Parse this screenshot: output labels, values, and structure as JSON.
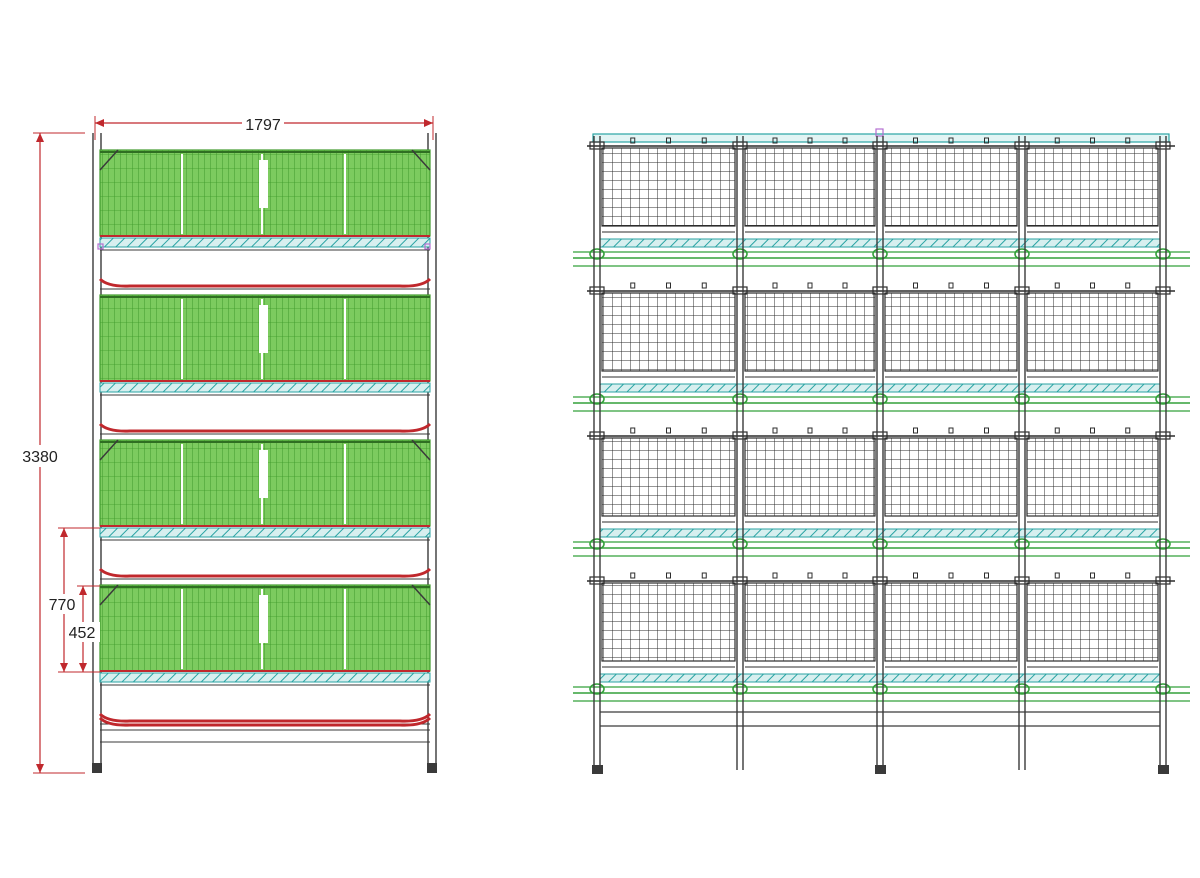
{
  "colors": {
    "frame": "#3a3a3a",
    "dimension": "#c0282d",
    "cage_fill": "#7ccb5f",
    "cage_line": "#3f9a2c",
    "hatch": "#2aa3a3",
    "hatch_fill": "#d7efef",
    "belt": "#c0282d",
    "water": "#33a03a",
    "mesh": "#2c2c2c",
    "joint": "#b46fd1"
  },
  "side_view": {
    "tiers": 4,
    "dimensions": {
      "total_width": "1797",
      "total_height": "3380",
      "tier_pitch": "770",
      "cage_height": "452"
    }
  },
  "front_view": {
    "tiers": 4,
    "bays": 4
  }
}
